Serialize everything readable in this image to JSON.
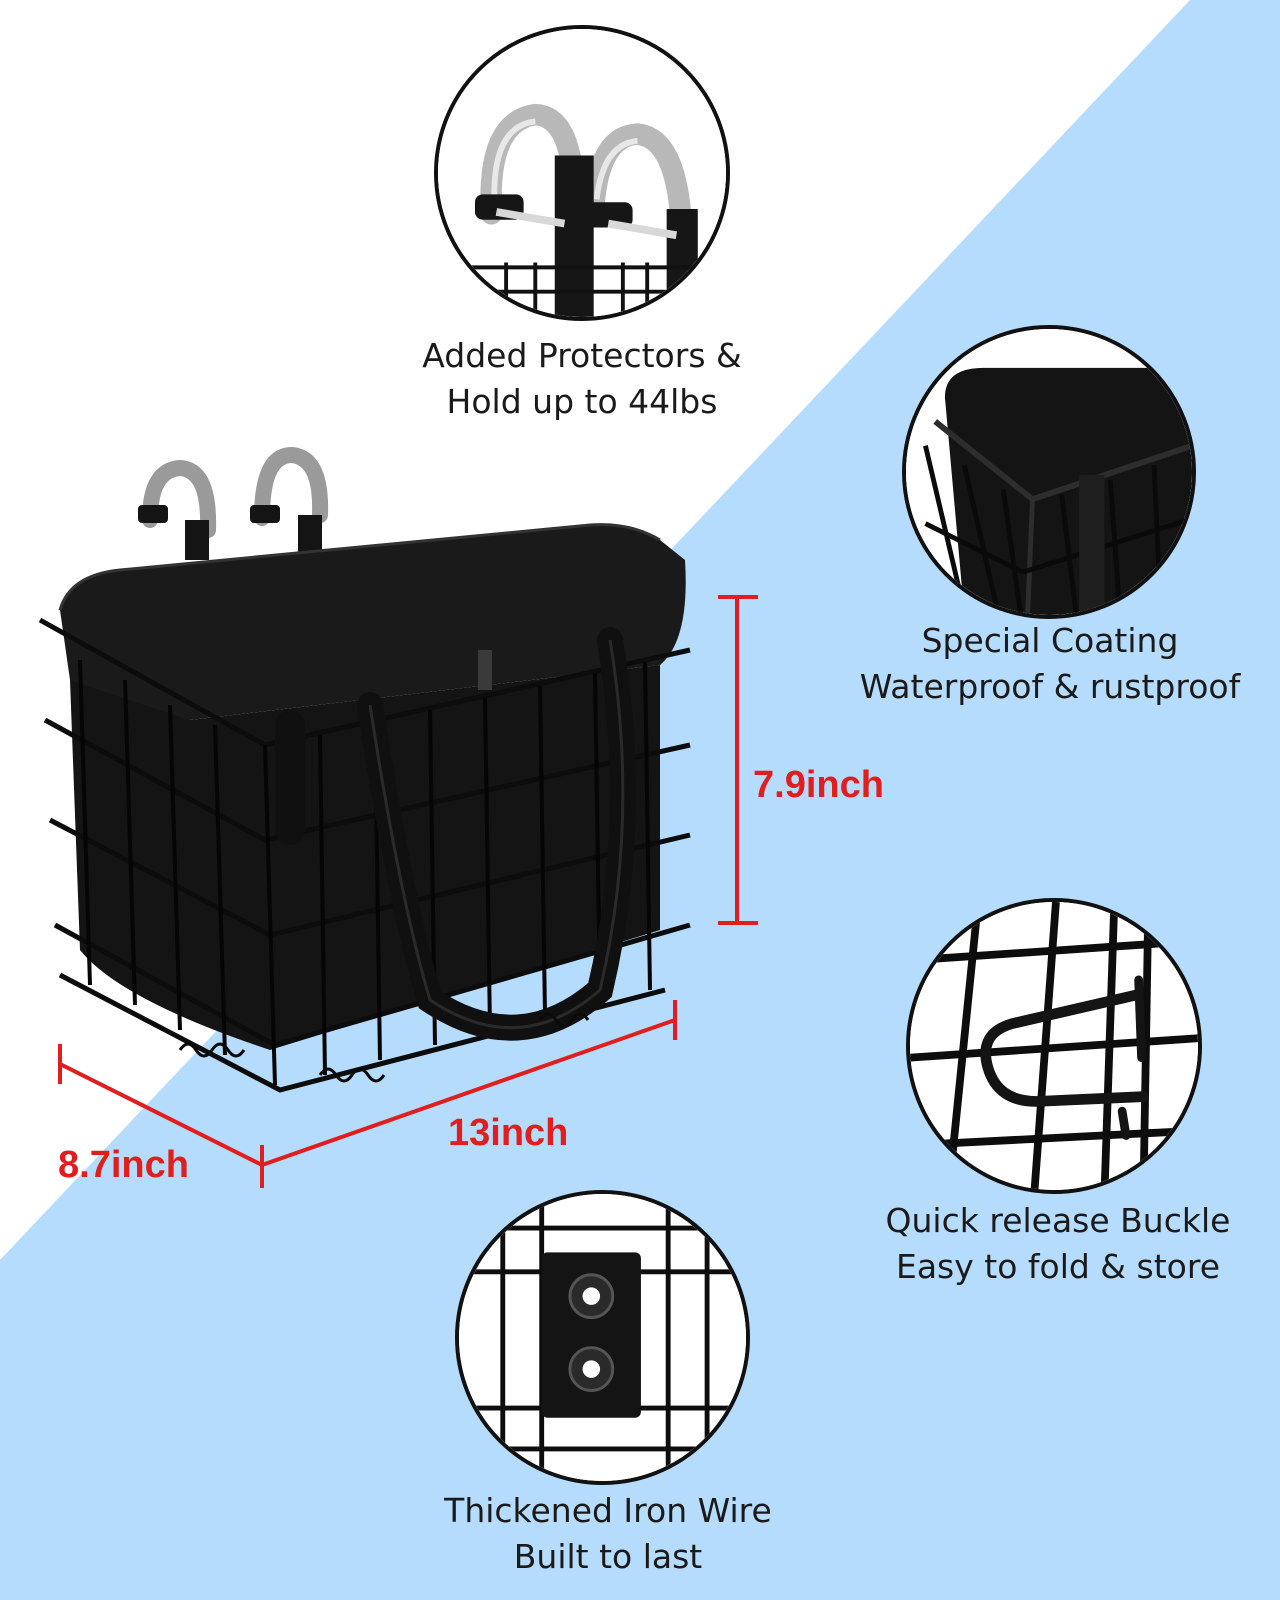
{
  "colors": {
    "background_white": "#ffffff",
    "background_blue": "#b5dcfc",
    "dimension_red": "#e11d1d",
    "caption_text": "#1a1a1a",
    "product_black": "#141414"
  },
  "features": [
    {
      "id": "protectors",
      "icon": "hook-protector-icon",
      "line1": "Added Protectors &",
      "line2": "Hold up to 44lbs"
    },
    {
      "id": "coating",
      "icon": "fabric-corner-icon",
      "line1": "Special Coating",
      "line2": "Waterproof & rustproof"
    },
    {
      "id": "buckle",
      "icon": "buckle-clip-icon",
      "line1": "Quick release Buckle",
      "line2": "Easy to fold & store"
    },
    {
      "id": "wire",
      "icon": "wire-plate-icon",
      "line1": "Thickened Iron Wire",
      "line2": "Built to last"
    }
  ],
  "dimensions": {
    "height": "7.9inch",
    "length": "13inch",
    "depth": "8.7inch"
  }
}
